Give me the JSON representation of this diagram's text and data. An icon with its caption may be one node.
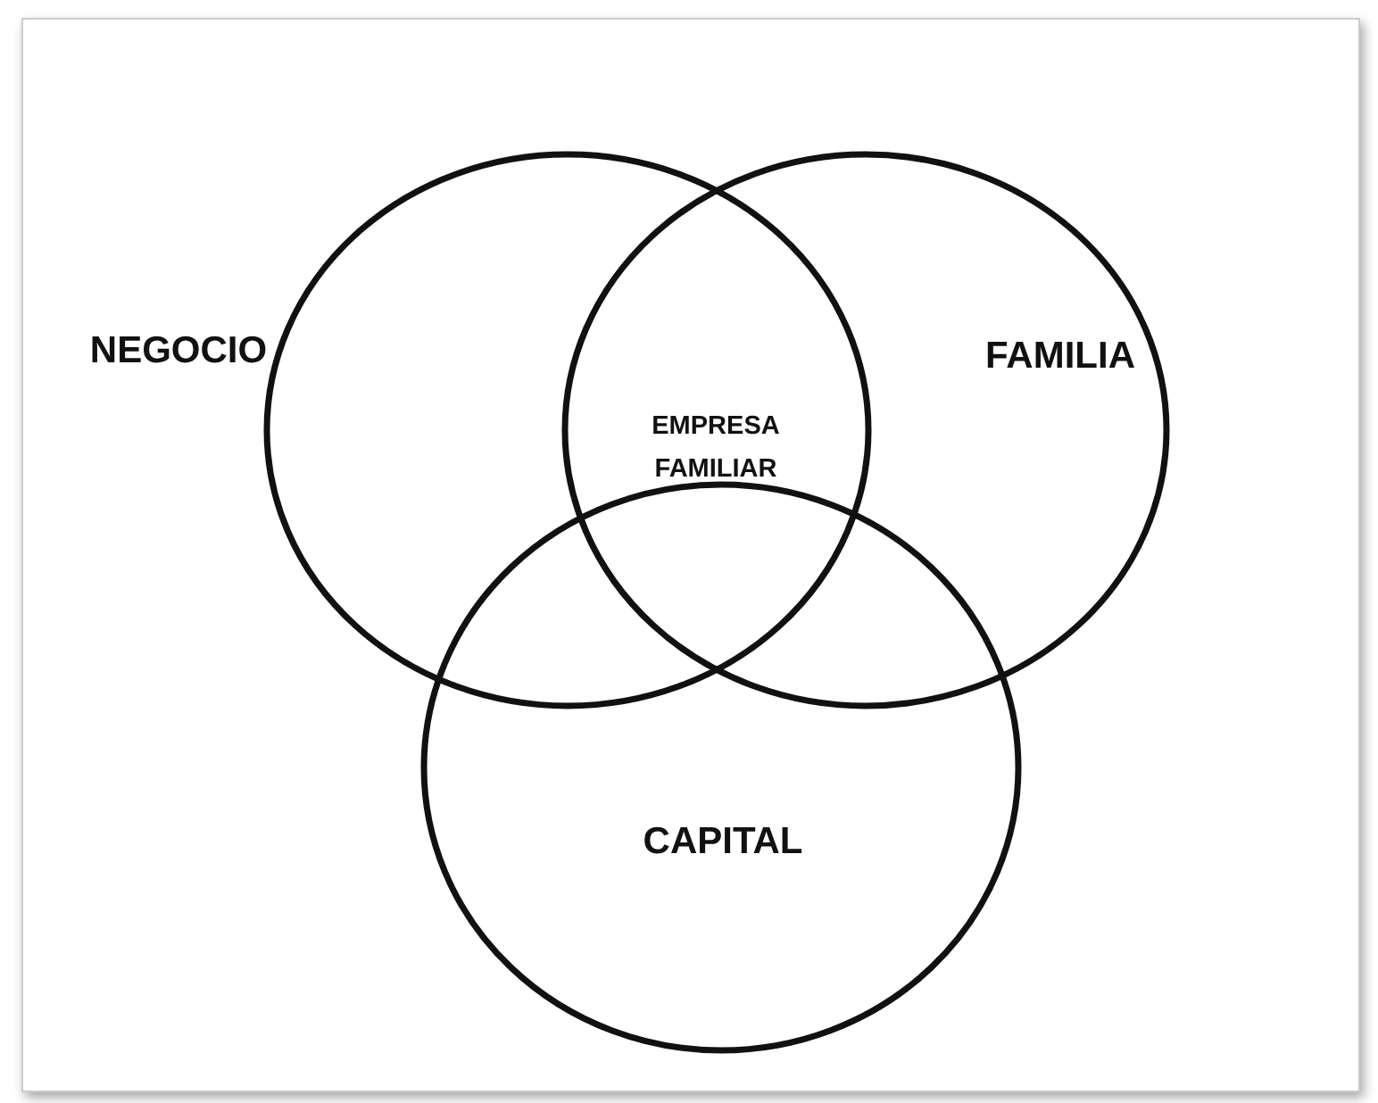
{
  "diagram": {
    "nodes": [
      {
        "text": [
          "NEGOCIO"
        ]
      },
      {
        "text": [
          "FAMILIA"
        ]
      },
      {
        "text": [
          "CAPITAL"
        ]
      }
    ],
    "labels": [
      "EMPRESA FAMILIAR"
    ]
  }
}
